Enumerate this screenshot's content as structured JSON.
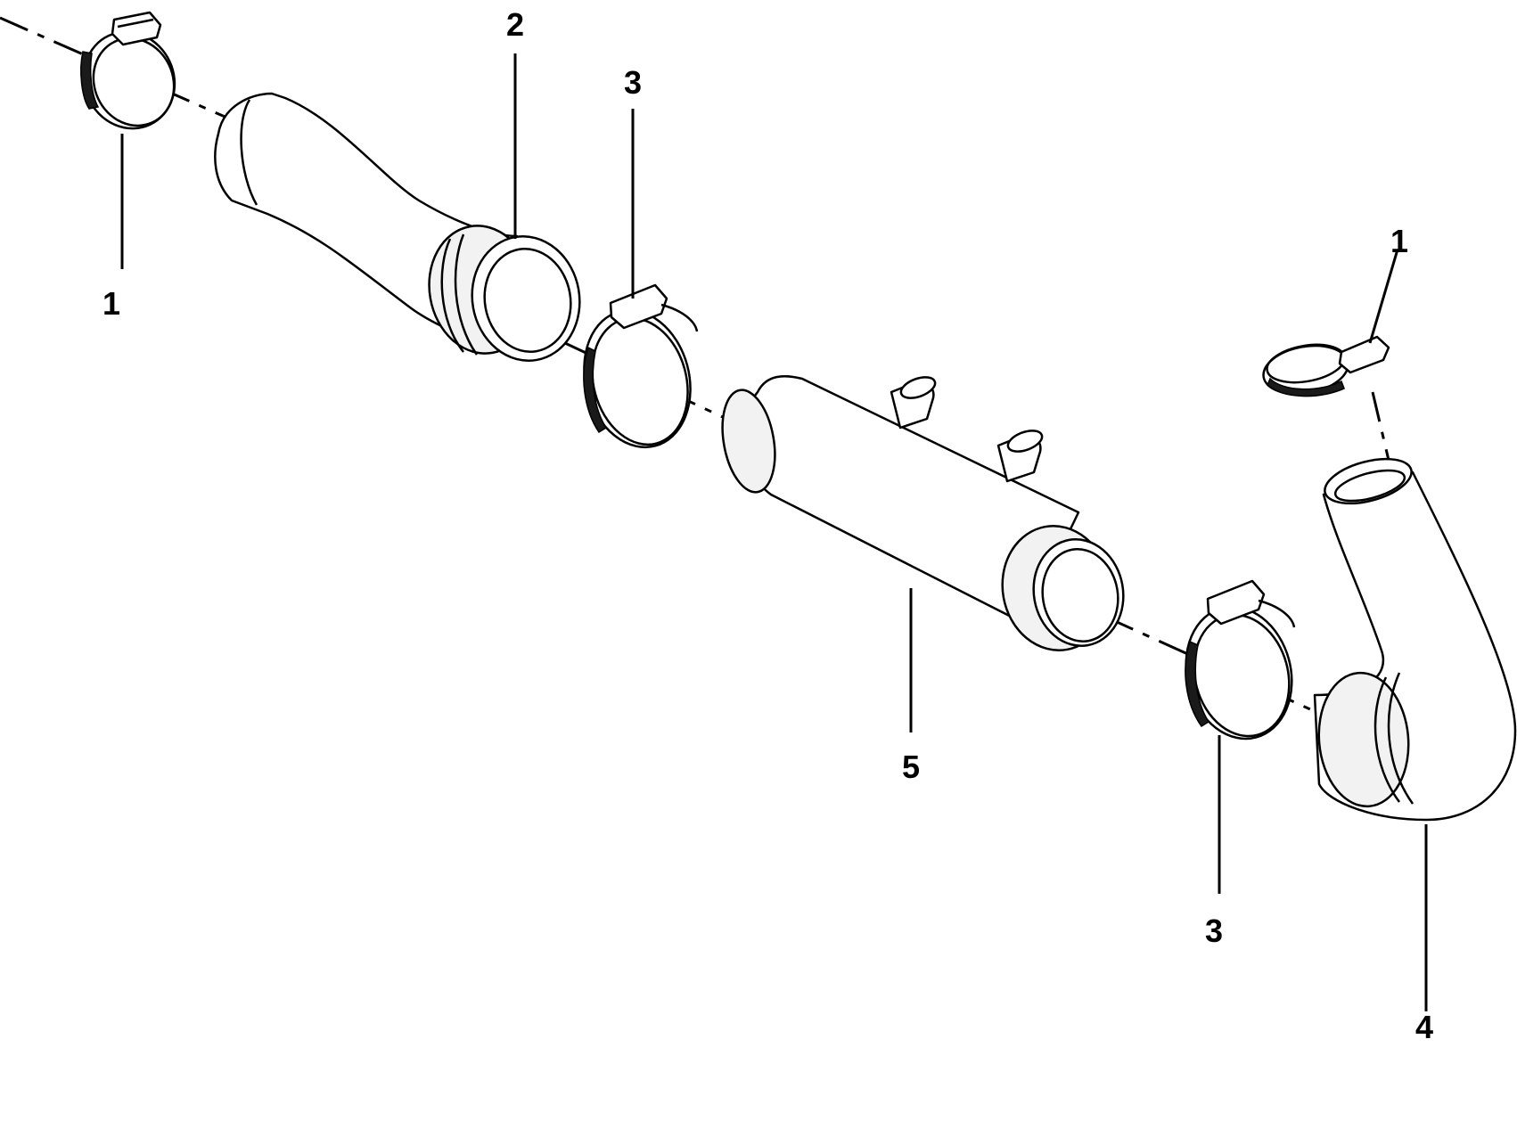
{
  "callouts": {
    "c1a": "1",
    "c2": "2",
    "c3a": "3",
    "c1b": "1",
    "c5": "5",
    "c3b": "3",
    "c4": "4"
  }
}
